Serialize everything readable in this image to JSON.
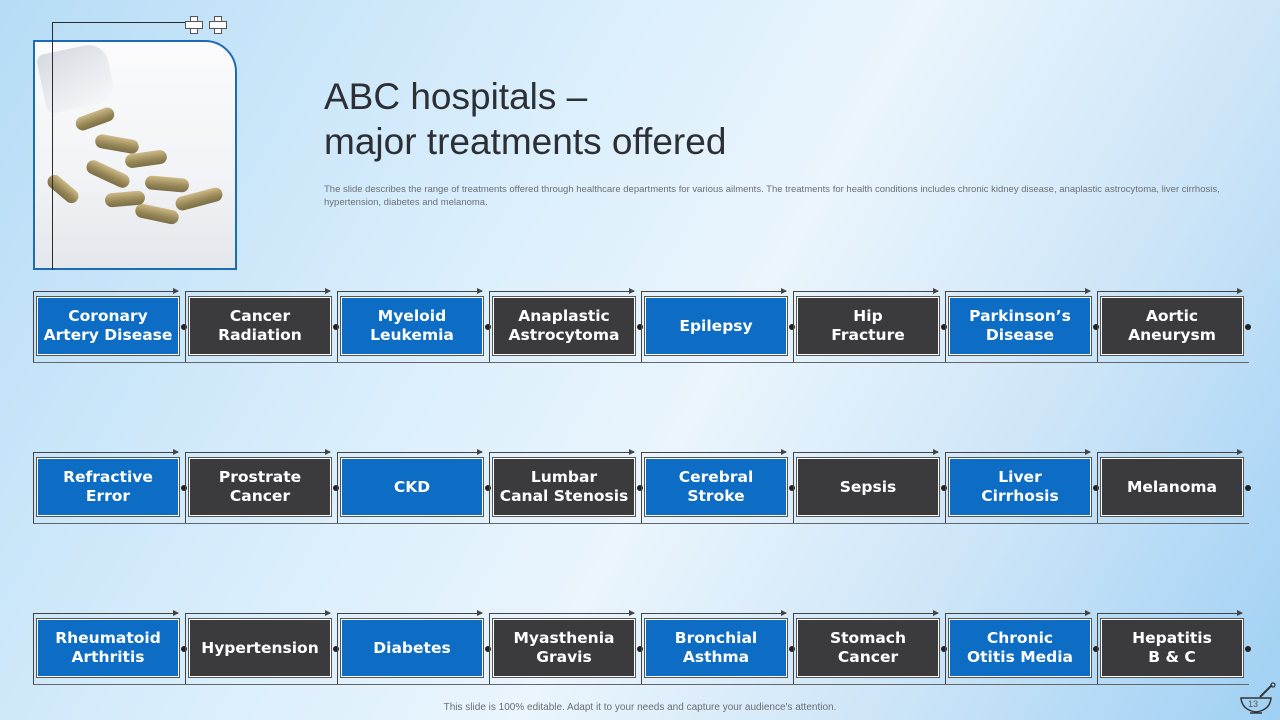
{
  "title_line1": "ABC hospitals –",
  "title_line2": "major treatments offered",
  "description": "The slide describes the range of treatments offered through healthcare departments for various ailments. The treatments for health conditions includes chronic kidney disease, anaplastic astrocytoma, liver cirrhosis, hypertension, diabetes and melanoma.",
  "rows": [
    [
      {
        "label": "Coronary\nArtery Disease",
        "color": "blue"
      },
      {
        "label": "Cancer\nRadiation",
        "color": "dark"
      },
      {
        "label": "Myeloid\nLeukemia",
        "color": "blue"
      },
      {
        "label": "Anaplastic\nAstrocytoma",
        "color": "dark"
      },
      {
        "label": "Epilepsy",
        "color": "blue"
      },
      {
        "label": "Hip\nFracture",
        "color": "dark"
      },
      {
        "label": "Parkinson’s\nDisease",
        "color": "blue"
      },
      {
        "label": "Aortic\nAneurysm",
        "color": "dark"
      }
    ],
    [
      {
        "label": "Refractive\nError",
        "color": "blue"
      },
      {
        "label": "Prostrate\nCancer",
        "color": "dark"
      },
      {
        "label": "CKD",
        "color": "blue"
      },
      {
        "label": "Lumbar\nCanal Stenosis",
        "color": "dark"
      },
      {
        "label": "Cerebral\nStroke",
        "color": "blue"
      },
      {
        "label": "Sepsis",
        "color": "dark"
      },
      {
        "label": "Liver\nCirrhosis",
        "color": "blue"
      },
      {
        "label": "Melanoma",
        "color": "dark"
      }
    ],
    [
      {
        "label": "Rheumatoid\nArthritis",
        "color": "blue"
      },
      {
        "label": "Hypertension",
        "color": "dark"
      },
      {
        "label": "Diabetes",
        "color": "blue"
      },
      {
        "label": "Myasthenia\nGravis",
        "color": "dark"
      },
      {
        "label": "Bronchial\nAsthma",
        "color": "blue"
      },
      {
        "label": "Stomach\nCancer",
        "color": "dark"
      },
      {
        "label": "Chronic\nOtitis Media",
        "color": "blue"
      },
      {
        "label": "Hepatitis\nB & C",
        "color": "dark"
      }
    ]
  ],
  "colors": {
    "blue": "#0d6cc4",
    "dark": "#3b3b3d"
  },
  "footer": "This slide is 100% editable. Adapt it to your needs and capture your audience's attention.",
  "page_number": "13",
  "icons": [
    "plus-icon",
    "mortar-pestle-icon"
  ]
}
